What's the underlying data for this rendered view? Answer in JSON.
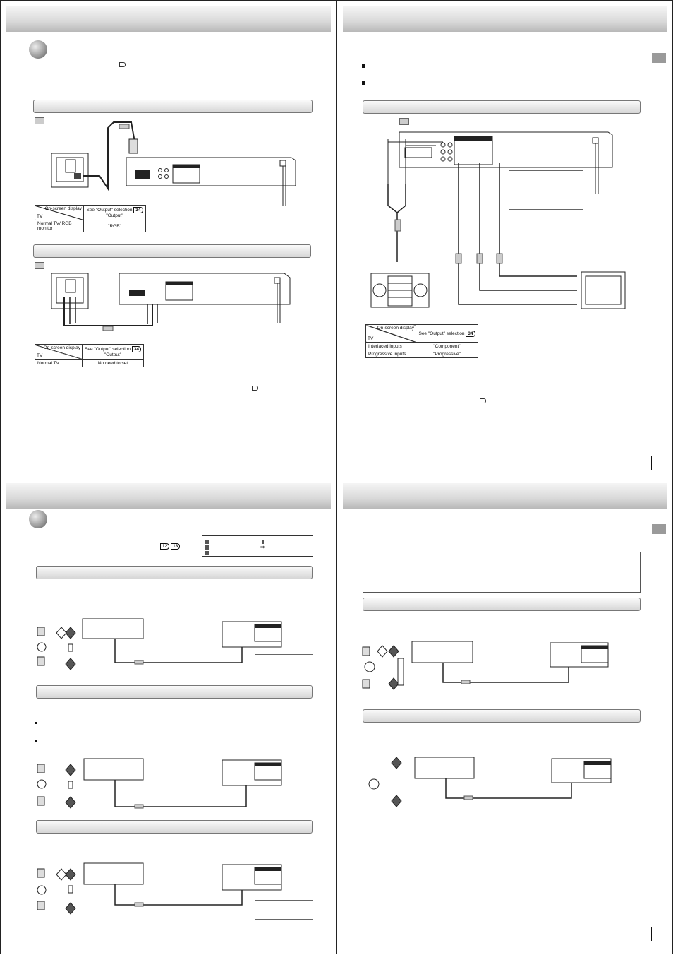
{
  "quadrants": {
    "top_left": {
      "table1": {
        "on_screen_display": "On-screen display",
        "see_output_selection": "See \"Output\" selection",
        "page_ref": "34",
        "tv_header": "TV",
        "output_value": "\"Output\"",
        "row1_tv": "Normal TV/ RGB monitor",
        "row1_value": "\"RGB\""
      },
      "table2": {
        "on_screen_display": "On-screen display",
        "see_output_selection": "See \"Output\" selection",
        "page_ref": "34",
        "tv_header": "TV",
        "output_value": "\"Output\"",
        "row1_tv": "Normal TV",
        "row1_value": "No need to set"
      }
    },
    "top_right": {
      "table": {
        "on_screen_display": "On-screen display",
        "see_output_selection": "See \"Output\" selection",
        "page_ref": "34",
        "tv_header": "TV",
        "row1_tv": "Interlaced inputs",
        "row1_value": "\"Component\"",
        "row2_tv": "Progressive inputs",
        "row2_value": "\"Progressive\""
      }
    },
    "bottom_left": {
      "page_refs": [
        "12",
        "13"
      ]
    }
  },
  "colors": {
    "header_gradient_dark": "#b8b8b8",
    "header_gradient_light": "#f5f5f5",
    "border": "#222222"
  }
}
